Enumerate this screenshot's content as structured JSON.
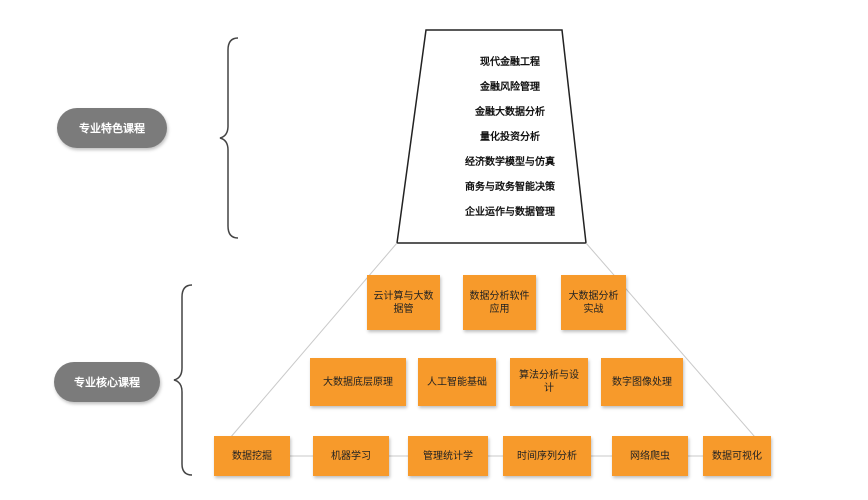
{
  "labels": {
    "special": "专业特色课程",
    "core": "专业核心课程"
  },
  "special_courses": [
    "现代金融工程",
    "金融风险管理",
    "金融大数据分析",
    "量化投资分析",
    "经济数学模型与仿真",
    "商务与政务智能决策",
    "企业运作与数据管理"
  ],
  "core_row1": [
    "云计算与大数据管",
    "数据分析软件应用",
    "大数据分析实战"
  ],
  "core_row2": [
    "大数据底层原理",
    "人工智能基础",
    "算法分析与设计",
    "数字图像处理"
  ],
  "core_row3": [
    "数据挖掘",
    "机器学习",
    "管理统计学",
    "时间序列分析",
    "网络爬虫",
    "数据可视化"
  ],
  "colors": {
    "box": "#f79a2b",
    "pill": "#7b7b7b"
  }
}
